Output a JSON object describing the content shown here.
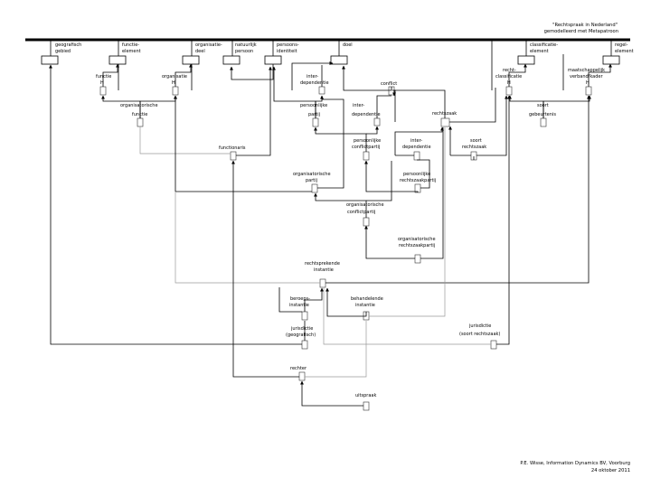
{
  "header": {
    "title": "\"Rechtspraak in Nederland\"",
    "subtitle": "gemodelleerd met Metapatroon"
  },
  "footer": {
    "author": "P.E. Wisse, Information Dynamics BV, Voorburg",
    "date": "24 oktober 2011"
  },
  "top_labels": {
    "geo": [
      "geografisch",
      "gebied"
    ],
    "functie_element": [
      "functie-",
      "element"
    ],
    "organisatie_deel": [
      "organisatie-",
      "deel"
    ],
    "natuurlijk_persoon": [
      "natuurlijk",
      "persoon"
    ],
    "persoons_identiteit": [
      "persoons-",
      "identiteit"
    ],
    "doel": [
      "doel"
    ],
    "classificatie_element": [
      "classificatie-",
      "element"
    ],
    "regel_element": [
      "regel-",
      "element"
    ]
  },
  "nodes": {
    "functie_h": [
      "functie",
      "H"
    ],
    "organisatie_h": [
      "organisatie",
      "H"
    ],
    "inter_dep_1": [
      "inter-",
      "dependentie"
    ],
    "conflict": [
      "conflict"
    ],
    "recht_classificatie_h": [
      "recht-",
      "classificatie",
      "H"
    ],
    "maatschappelijk_h": [
      "maatschappelijk",
      "verband/kader",
      "H"
    ],
    "organisatorische_functie": [
      "organisatorische",
      "functie"
    ],
    "persoonlijke_partij": [
      "persoonlijke",
      "partij"
    ],
    "inter_dep_2": [
      "inter-",
      "dependentie"
    ],
    "rechtszaak": [
      "rechtszaak"
    ],
    "soort_gebeurtenis": [
      "soort",
      "gebeurtenis"
    ],
    "functionaris": [
      "functionaris"
    ],
    "persoonlijke_conflictpartij": [
      "persoonlijke",
      "conflictpartij"
    ],
    "inter_dep_3": [
      "inter-",
      "dependentie"
    ],
    "soort_rechtszaak": [
      "soort",
      "rechtszaak"
    ],
    "organisatorische_partij": [
      "organisatorische",
      "partij"
    ],
    "persoonlijke_rechtszaakpartij": [
      "persoonlijke",
      "rechtszaakpartij"
    ],
    "organisatorische_conflictpartij": [
      "organisatorische",
      "conflictpartij"
    ],
    "organisatorische_rechtszaakpartij": [
      "organisatorische",
      "rechtszaakpartij"
    ],
    "rechtsprekende_instantie": [
      "rechtsprekende",
      "instantie"
    ],
    "beroeps_instantie": [
      "beroeps-",
      "instantie"
    ],
    "behandelende_instantie": [
      "behandelende",
      "instantie"
    ],
    "jurisdictie_geo": [
      "jurisdictie",
      "(geografisch)"
    ],
    "jurisdictie_soort": [
      "jurisdictie",
      "(soort rechtszaak)"
    ],
    "rechter": [
      "rechter"
    ],
    "uitspraak": [
      "uitspraak"
    ]
  }
}
